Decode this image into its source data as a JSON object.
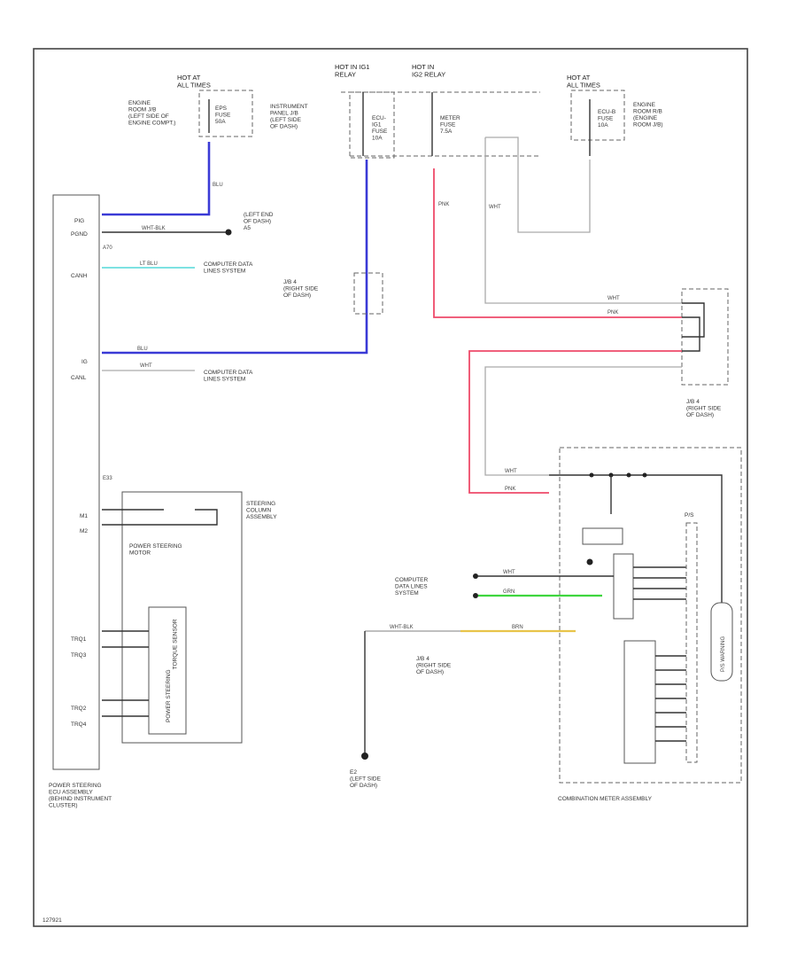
{
  "hot_labels": {
    "ig_ctrl": "HOT AT\nALL TIMES",
    "ig1": "HOT IN IG1\nRELAY",
    "ig2": "HOT IN\nIG2 RELAY",
    "tail": "HOT AT\nALL TIMES"
  },
  "fuses": {
    "eps": "EPS\nFUSE\n50A",
    "ecu_ig1": "ECU-\nIG1\nFUSE\n10A",
    "meter": "METER\nFUSE\n7.5A",
    "ecu_b": "ECU-B\nFUSE\n10A"
  },
  "locations": {
    "engine_left": "ENGINE\nROOM J/B\n(LEFT SIDE OF\nENGINE COMPT.)",
    "ip_jb": "INSTRUMENT\nPANEL J/B\n(LEFT SIDE\nOF DASH)",
    "engine_right": "ENGINE\nROOM R/B\n(ENGINE\nROOM J/B)",
    "ground_a": "(LEFT END\nOF DASH)\nA5",
    "jb_right_1": "J/B 4\n(RIGHT SIDE\nOF DASH)",
    "jb_right_2": "J/B 4\n(RIGHT SIDE\nOF DASH)",
    "jb_right_3": "J/B 4\n(RIGHT SIDE\nOF DASH)",
    "ground_e2": "E2\n(LEFT SIDE\nOF DASH)"
  },
  "systems": {
    "cds_1": "COMPUTER DATA\nLINES SYSTEM",
    "cds_2": "COMPUTER DATA\nLINES SYSTEM",
    "cds_3": "COMPUTER\nDATA LINES\nSYSTEM"
  },
  "components": {
    "eps_ecu": "POWER STEERING\nECU ASSEMBLY\n(BEHIND INSTRUMENT\nCLUSTER)",
    "steering_column": "STEERING\nCOLUMN\nASSEMBLY",
    "ps_motor": "POWER STEERING\nMOTOR",
    "torque_sensor": "POWER STEERING\nTORQUE SENSOR",
    "meter": "COMBINATION METER ASSEMBLY",
    "m_gauge": "P/S",
    "warning": "P/S WARNING"
  },
  "pins": {
    "pig": "PIG",
    "pgnd": "PGND",
    "canh": "CANH",
    "ig": "IG",
    "canl": "CANL",
    "m1": "M1",
    "m2": "M2",
    "trq1": "TRQ1",
    "trq2": "TRQ2",
    "trq3": "TRQ3",
    "trq4": "TRQ4",
    "a70": "A70",
    "e33": "E33"
  },
  "wire_colors": {
    "blu": "BLU",
    "wht_blk": "WHT-BLK",
    "lt_blu": "LT BLU",
    "wht": "WHT",
    "pnk": "PNK",
    "grn": "GRN",
    "brn": "BRN",
    "wht_blk2": "WHT-BLK"
  },
  "page_code": "127921"
}
